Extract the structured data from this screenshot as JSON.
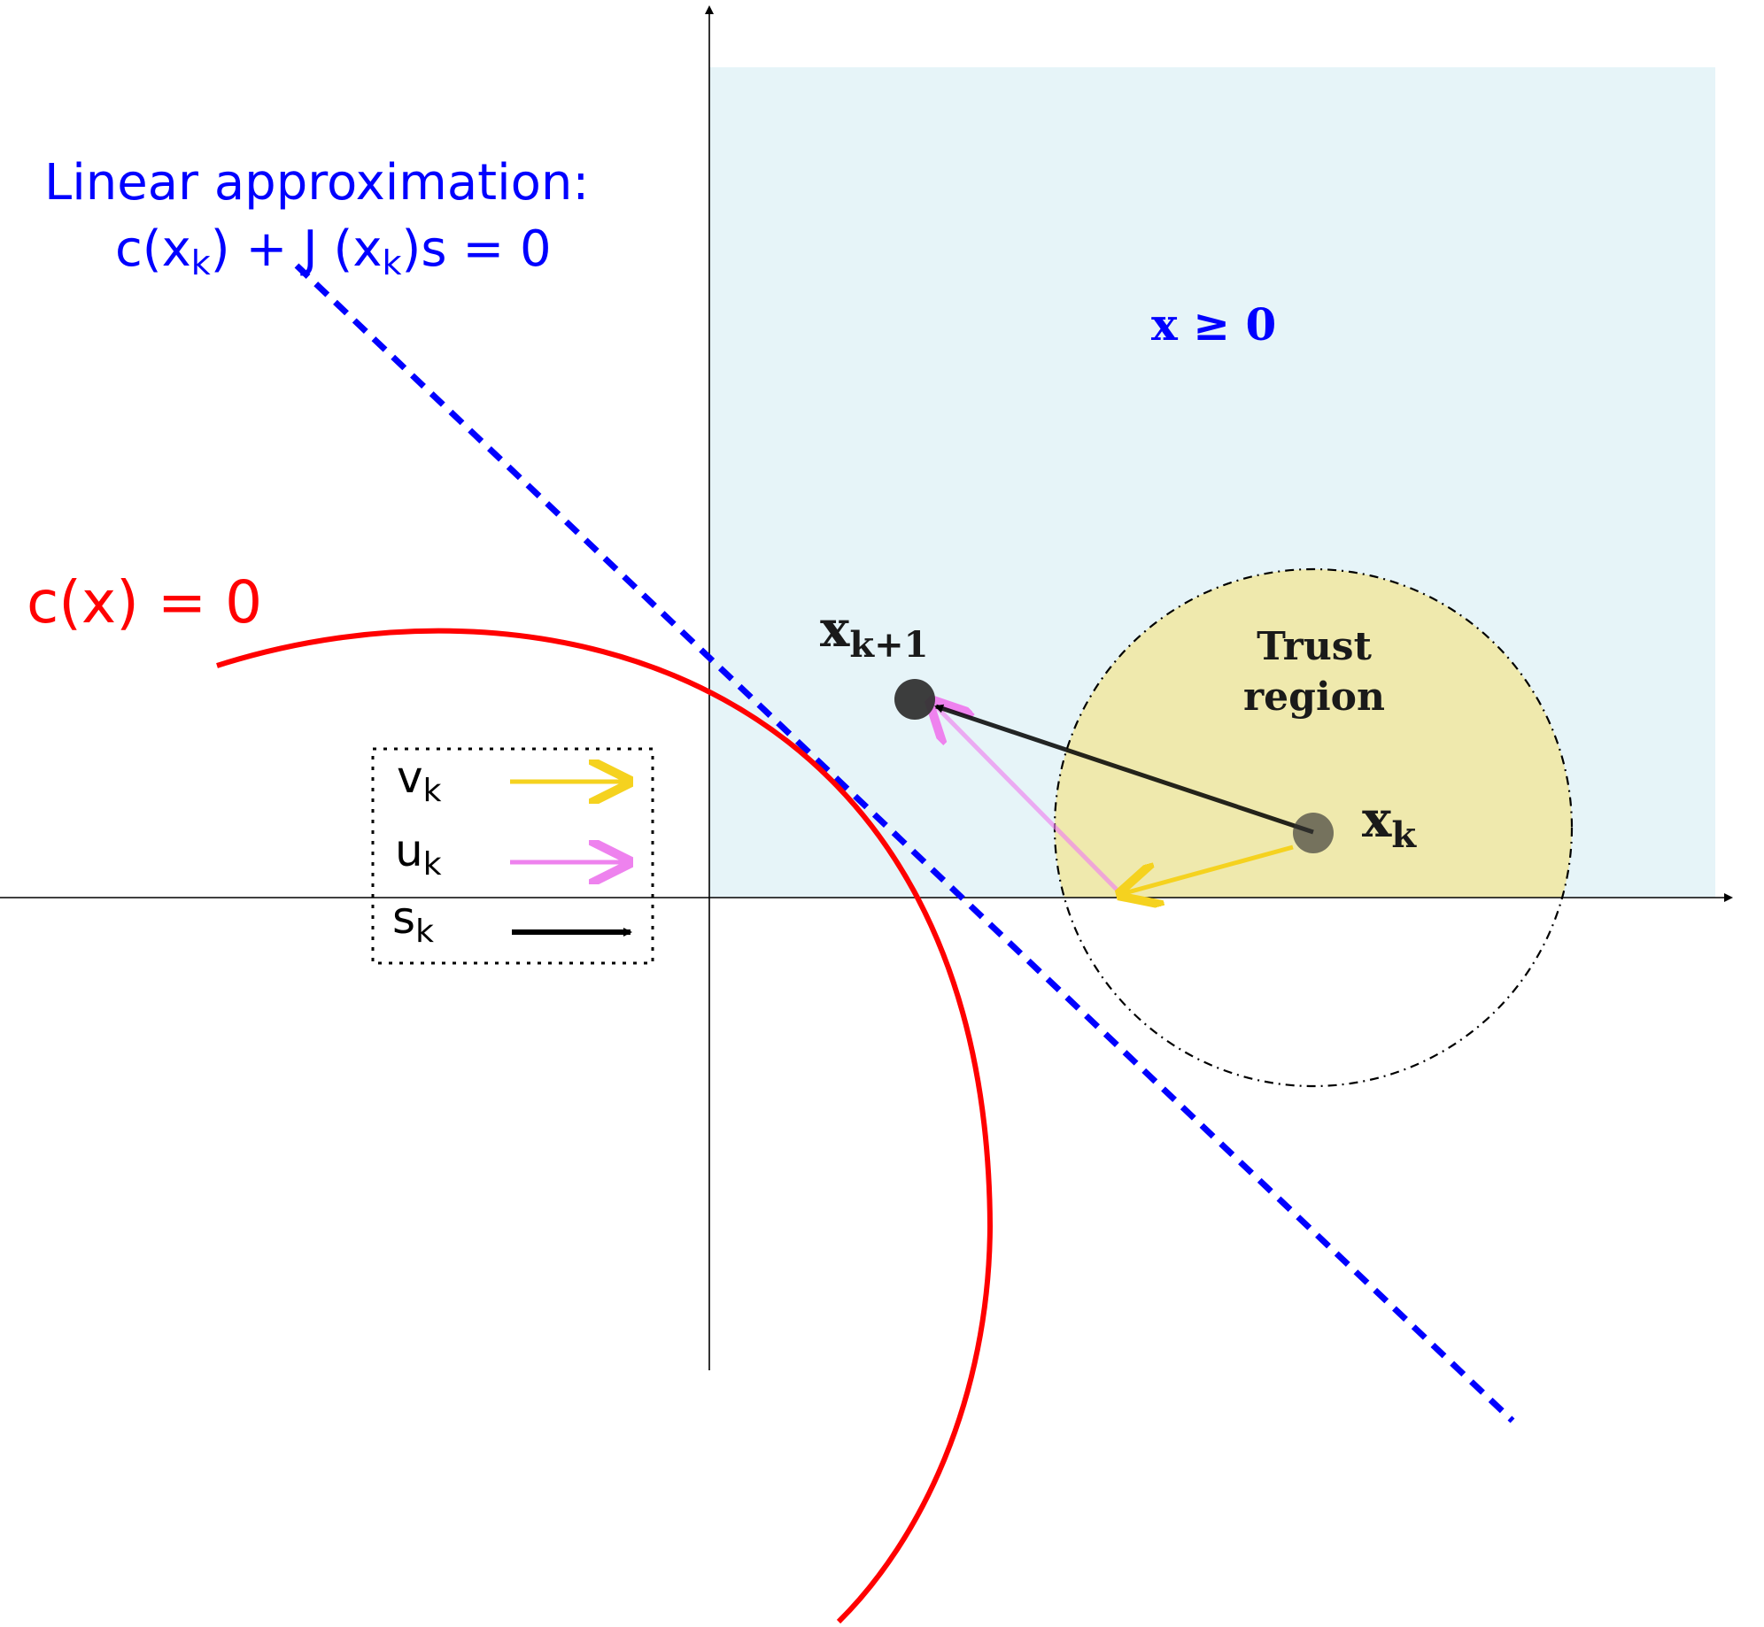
{
  "colors": {
    "feasible_fill": "#e6f4f8",
    "trust_fill": "#efe9ad",
    "linear_line": "#0000ff",
    "constraint_curve": "#ff0000",
    "v_arrow": "#f5d21f",
    "u_arrow": "#ee82ee",
    "s_arrow": "#000000",
    "point_fill": "#333333",
    "axis": "#000000"
  },
  "labels": {
    "linear_title": "Linear approximation:",
    "linear_c": "c(x",
    "linear_k1": "k",
    "linear_mid": ") + J (x",
    "linear_k2": "k",
    "linear_end": ")s = 0",
    "constraint_c": "c(x) = ",
    "constraint_zero": "0",
    "feasible": "x ≥ 0",
    "trust_line1": "Trust",
    "trust_line2": "region",
    "xk_base": "x",
    "xk_sub": "k",
    "xk1_base": "x",
    "xk1_sub": "k+1"
  },
  "legend": {
    "items": [
      {
        "base": "v",
        "sub": "k",
        "meaning": "v-arrow"
      },
      {
        "base": "u",
        "sub": "k",
        "meaning": "u-arrow"
      },
      {
        "base": "s",
        "sub": "k",
        "meaning": "s-arrow"
      }
    ]
  }
}
